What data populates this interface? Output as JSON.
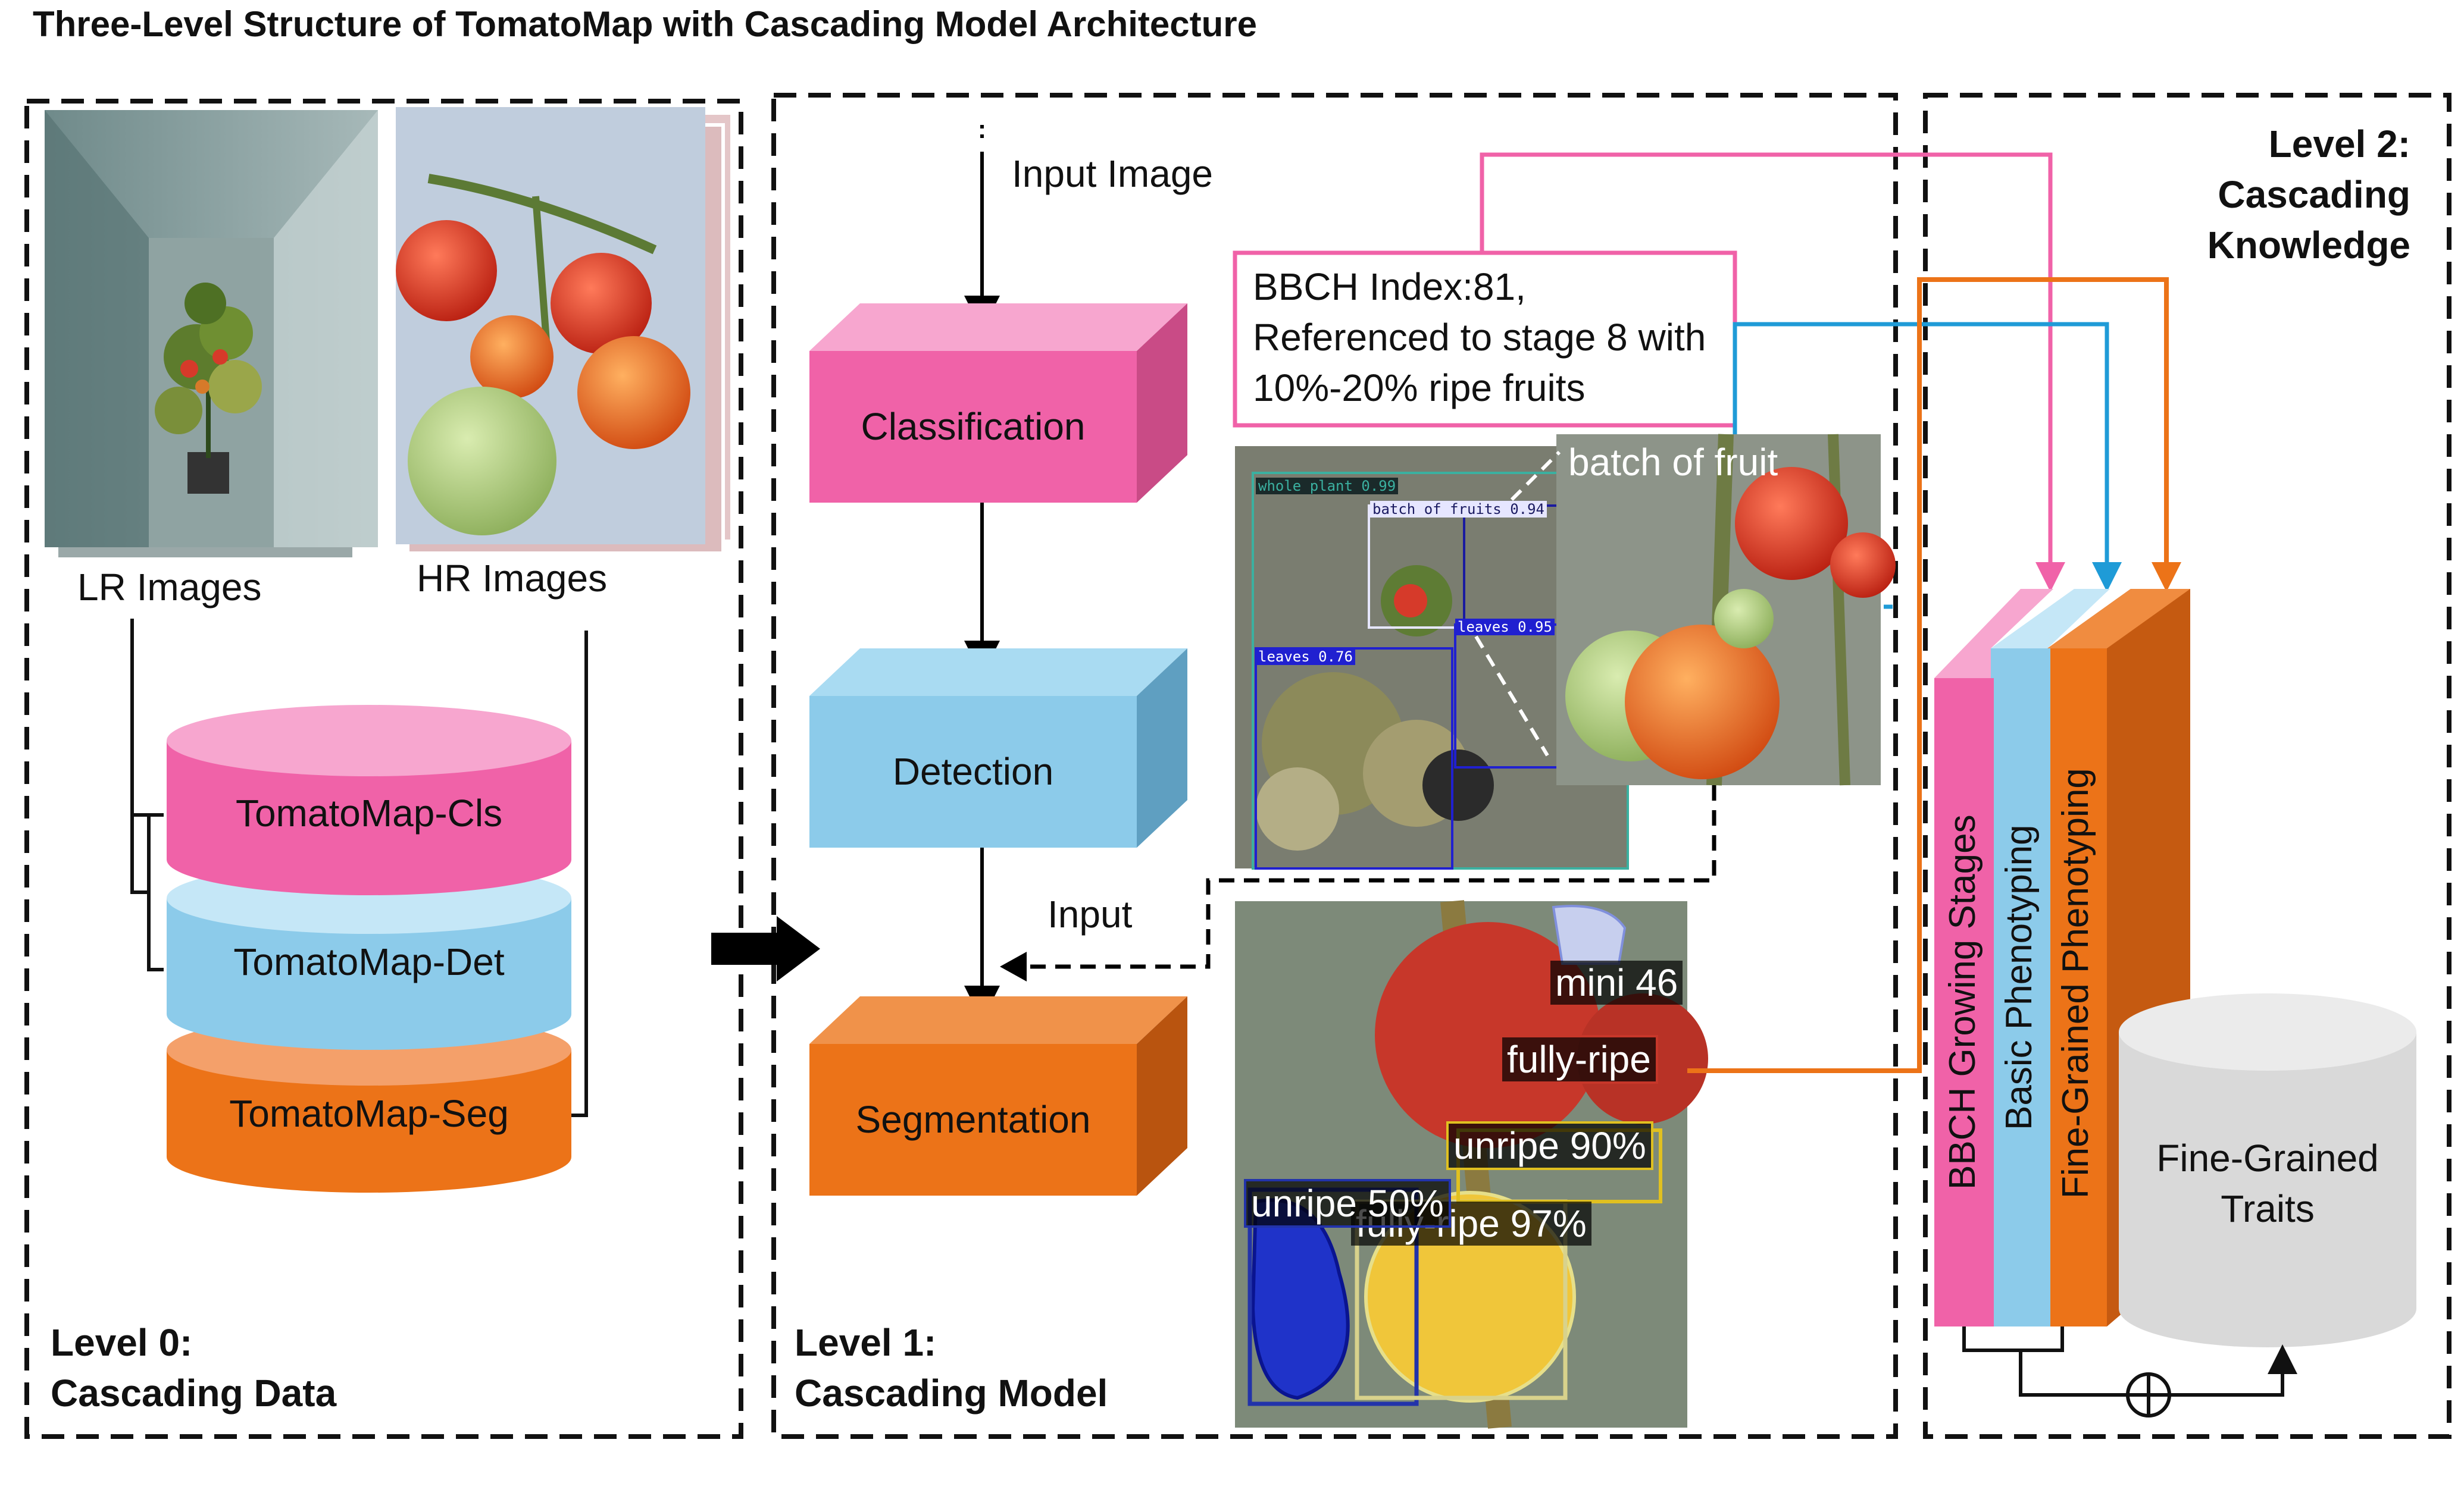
{
  "title": "Three-Level Structure of TomatoMap with Cascading Model Architecture",
  "level0": {
    "heading_line1": "Level 0:",
    "heading_line2": "Cascading Data",
    "lr_label": "LR Images",
    "hr_label": "HR Images",
    "datasets": [
      "TomatoMap-Cls",
      "TomatoMap-Det",
      "TomatoMap-Seg"
    ]
  },
  "level1": {
    "heading_line1": "Level 1:",
    "heading_line2": "Cascading Model",
    "input_image": "Input Image",
    "input": "Input",
    "stages": [
      "Classification",
      "Detection",
      "Segmentation"
    ],
    "bbch_box": [
      "BBCH Index:81,",
      "Referenced to stage 8 with",
      "10%-20% ripe fruits"
    ],
    "batch_label": "batch of fruit",
    "detection_labels": [
      "whole plant 0.99",
      "batch of fruits 0.94",
      "leaves 0.95",
      "leaves 0.76"
    ],
    "segmentation_labels": [
      "mini 46",
      "fully-ripe",
      "unripe 90%",
      "unripe 50%",
      "fully-ripe 97%"
    ]
  },
  "level2": {
    "heading": [
      "Level 2:",
      "Cascading",
      "Knowledge"
    ],
    "layers": [
      "BBCH Growing Stages",
      "Basic Phenotyping",
      "Fine-Grained Phenotyping"
    ],
    "traits": [
      "Fine-Grained",
      "Traits"
    ],
    "combine_symbol": "⊕"
  },
  "colors": {
    "pink": "#f062a8",
    "pink_light": "#f7a6cf",
    "blue": "#8ccbea",
    "blue_light": "#c5e7f7",
    "orange": "#ec7318",
    "orange_dark": "#c55a11",
    "cyan_line": "#1f9bd7",
    "gray": "#d9d9d9"
  }
}
